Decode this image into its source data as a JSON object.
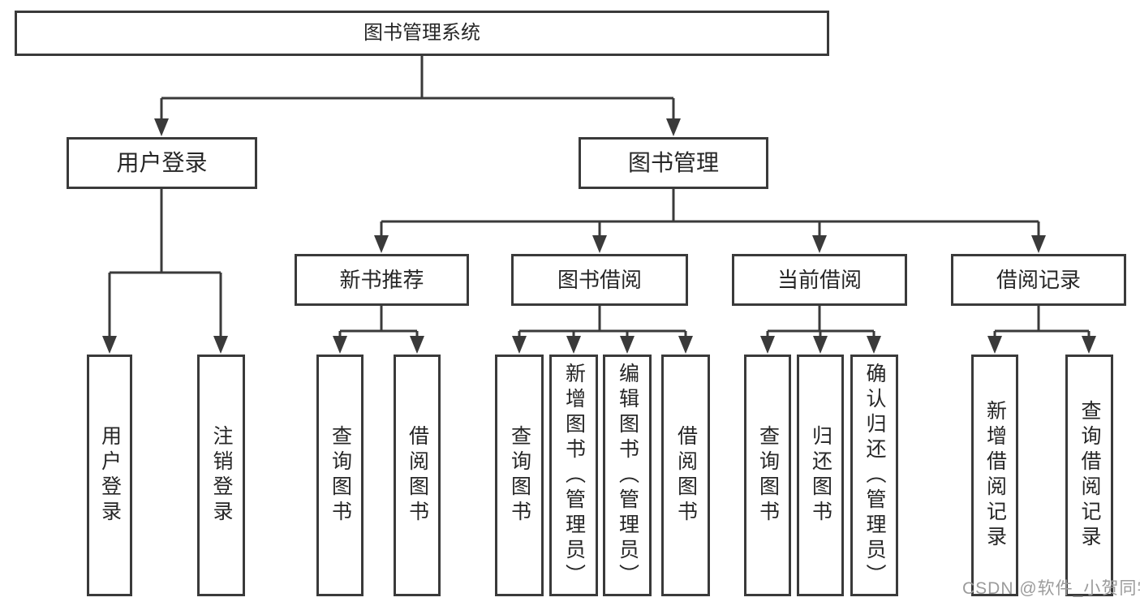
{
  "colors": {
    "line": "#3a3a3a",
    "text": "#262626",
    "box_background": "#ffffff",
    "watermark": "#9b9b9b"
  },
  "watermark": "CSDN @软件_小贺同学",
  "tree": {
    "root": "图书管理系统",
    "branches": [
      {
        "label": "用户登录",
        "children": [
          "用户登录",
          "注销登录"
        ]
      },
      {
        "label": "图书管理",
        "groups": [
          {
            "label": "新书推荐",
            "children": [
              "查询图书",
              "借阅图书"
            ]
          },
          {
            "label": "图书借阅",
            "children": [
              "查询图书",
              "新增图书（管理员）",
              "编辑图书（管理员）",
              "借阅图书"
            ]
          },
          {
            "label": "当前借阅",
            "children": [
              "查询图书",
              "归还图书",
              "确认归还（管理员）"
            ]
          },
          {
            "label": "借阅记录",
            "children": [
              "新增借阅记录",
              "查询借阅记录"
            ]
          }
        ]
      }
    ]
  }
}
